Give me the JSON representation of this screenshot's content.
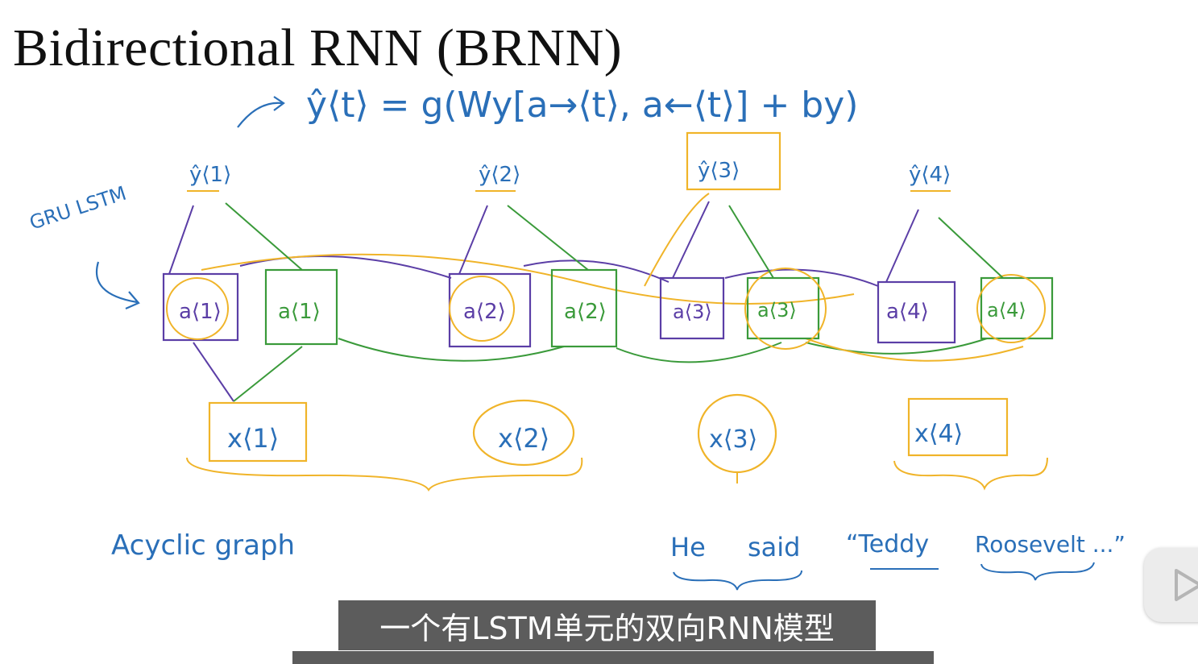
{
  "slide": {
    "title": "Bidirectional RNN (BRNN)",
    "equation": "ŷ⟨t⟩ = g(Wy[a→⟨t⟩, a←⟨t⟩] + by)",
    "unit_note": "GRU LSTM",
    "cells": [
      {
        "forward": "a⟨1⟩",
        "backward": "a⟨1⟩",
        "input": "x⟨1⟩",
        "output": "ŷ⟨1⟩"
      },
      {
        "forward": "a⟨2⟩",
        "backward": "a⟨2⟩",
        "input": "x⟨2⟩",
        "output": "ŷ⟨2⟩"
      },
      {
        "forward": "a⟨3⟩",
        "backward": "a⟨3⟩",
        "input": "x⟨3⟩",
        "output": "ŷ⟨3⟩"
      },
      {
        "forward": "a⟨4⟩",
        "backward": "a⟨4⟩",
        "input": "x⟨4⟩",
        "output": "ŷ⟨4⟩"
      }
    ],
    "graph_note": "Acyclic graph",
    "sentence": {
      "he": "He",
      "said": "said",
      "teddy": "“Teddy",
      "roosevelt": "Roosevelt ...”"
    }
  },
  "subtitle": {
    "current": "一个有LSTM单元的双向RNN模型"
  },
  "player": {
    "icon": "play-icon"
  },
  "colors": {
    "purple": "#5b3ea6",
    "green": "#3a9a3a",
    "orange": "#f0b429",
    "blue": "#2a6fb8"
  }
}
